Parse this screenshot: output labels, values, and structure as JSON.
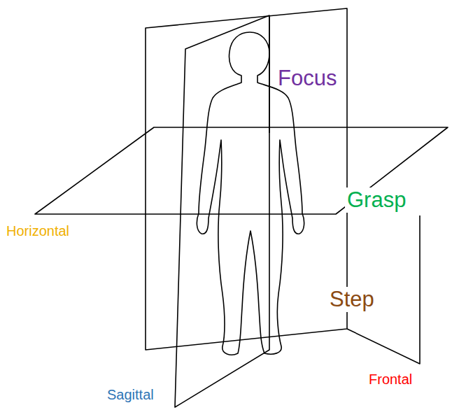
{
  "diagram": {
    "labels": [
      "Focus",
      "Grasp",
      "Step",
      "Horizontal",
      "Sagittal",
      "Frontal"
    ]
  }
}
